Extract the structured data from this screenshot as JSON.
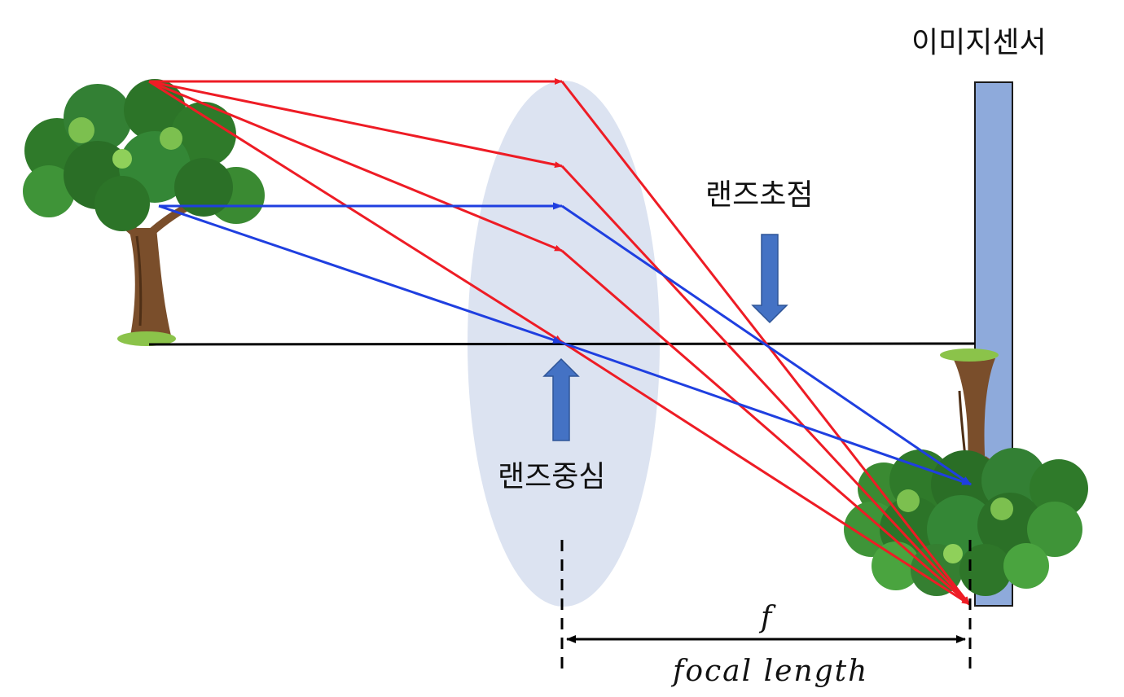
{
  "labels": {
    "image_sensor": "이미지센서",
    "lens_focus": "랜즈초점",
    "lens_center": "랜즈중심",
    "f_symbol": "f",
    "focal_length": "focal length"
  },
  "colors": {
    "ray_red": "#ee1c25",
    "ray_blue": "#1f3fe0",
    "lens_fill": "#dce3f1",
    "sensor_fill": "#8eaadb",
    "marker_arrow": "#4472c4",
    "axis": "#000000"
  },
  "icons": {
    "object": "tree-icon",
    "image": "inverted-tree-icon"
  }
}
